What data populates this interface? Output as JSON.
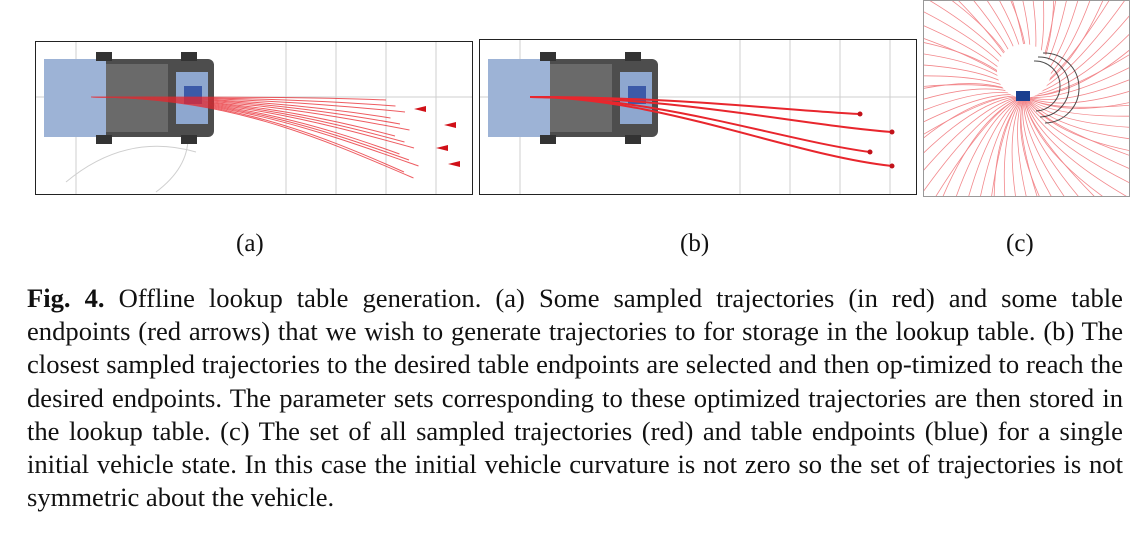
{
  "panels": {
    "a": {
      "label": "(a)"
    },
    "b": {
      "label": "(b)"
    },
    "c": {
      "label": "(c)"
    }
  },
  "caption": {
    "figure_number": "Fig. 4.",
    "text": " Offline lookup table generation. (a) Some sampled trajectories (in red) and some table endpoints (red arrows) that we wish to generate trajectories to for storage in the lookup table. (b) The closest sampled trajectories to the desired table endpoints are selected and then op-timized to reach the desired endpoints. The parameter sets corresponding to these optimized trajectories are then stored in the lookup table. (c) The set of all sampled trajectories (red) and table endpoints (blue) for a single initial vehicle state. In this case the initial vehicle curvature is not zero so the set of trajectories is not symmetric about the vehicle."
  },
  "colors": {
    "trajectory": "#e8262d",
    "vehicle_body": "#4d4d4d",
    "vehicle_glass": "#9db3d6",
    "vehicle_roof_badge": "#3c5aa8"
  }
}
